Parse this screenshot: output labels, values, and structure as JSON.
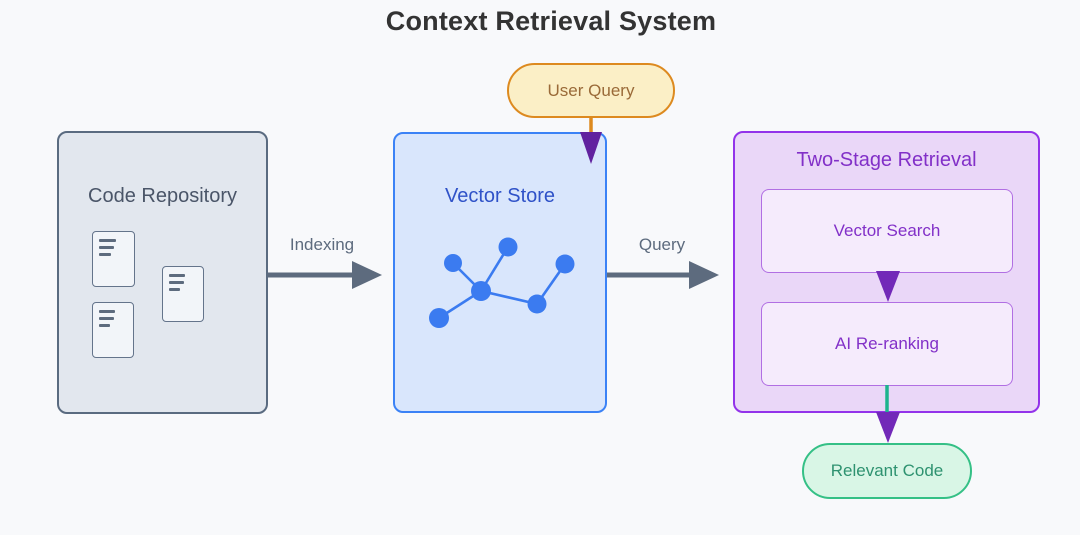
{
  "title": "Context Retrieval System",
  "nodes": {
    "code_repository": {
      "label": "Code Repository"
    },
    "vector_store": {
      "label": "Vector Store"
    },
    "two_stage": {
      "label": "Two-Stage Retrieval"
    },
    "vector_search": {
      "label": "Vector Search"
    },
    "ai_reranking": {
      "label": "AI Re-ranking"
    },
    "user_query": {
      "label": "User Query"
    },
    "relevant_code": {
      "label": "Relevant Code"
    }
  },
  "edges": [
    {
      "from": "code_repository",
      "to": "vector_store",
      "label": "Indexing"
    },
    {
      "from": "vector_store",
      "to": "two_stage",
      "label": "Query"
    },
    {
      "from": "user_query",
      "to": "vector_store",
      "label": ""
    },
    {
      "from": "vector_search",
      "to": "ai_reranking",
      "label": ""
    },
    {
      "from": "ai_reranking",
      "to": "relevant_code",
      "label": ""
    }
  ],
  "icons": {
    "code_repository": "document-icon x3",
    "vector_store": "network-graph-icon"
  },
  "colors": {
    "background": "#F8F9FB",
    "title_text": "#333333",
    "repo_fill": "#E2E7EE",
    "repo_border": "#5A6B80",
    "repo_text": "#4A5568",
    "vector_store_fill": "#D9E6FC",
    "vector_store_border": "#3B82F6",
    "vector_store_text": "#2F52C8",
    "graph_node_blue": "#3B7BF0",
    "two_stage_fill": "#EAD7F8",
    "two_stage_border": "#9333EA",
    "two_stage_text": "#8230C8",
    "inner_box_fill": "#F5EBFC",
    "inner_box_border": "#B16FE3",
    "user_query_fill": "#FBEFC6",
    "user_query_border": "#DD8A1F",
    "user_query_text": "#9A6A38",
    "relevant_code_fill": "#D9F6E6",
    "relevant_code_border": "#35C086",
    "relevant_code_text": "#2E9270",
    "gray_arrow": "#5D6B7E",
    "purple_arrowhead": "#6B24AE",
    "orange_connector": "#DD8A1F",
    "teal_connector": "#1EB48E"
  }
}
